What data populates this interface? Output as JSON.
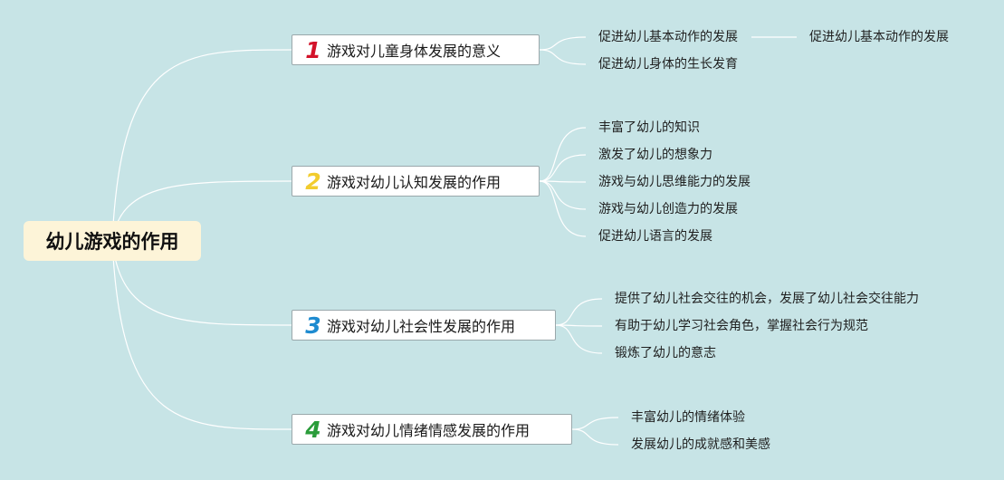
{
  "root": {
    "label": "幼儿游戏的作用"
  },
  "colors": {
    "background": "#c7e4e6",
    "root_fill": "#fdf4d8",
    "line": "#ffffff"
  },
  "branches": [
    {
      "number": "1",
      "number_color": "#d3132a",
      "label": "游戏对儿童身体发展的意义",
      "items": [
        {
          "label": "促进幼儿基本动作的发展",
          "sub": "促进幼儿基本动作的发展"
        },
        {
          "label": "促进幼儿身体的生长发育"
        }
      ]
    },
    {
      "number": "2",
      "number_color": "#f2cc2e",
      "label": "游戏对幼儿认知发展的作用",
      "items": [
        {
          "label": "丰富了幼儿的知识"
        },
        {
          "label": "激发了幼儿的想象力"
        },
        {
          "label": "游戏与幼儿思维能力的发展"
        },
        {
          "label": "游戏与幼儿创造力的发展"
        },
        {
          "label": "促进幼儿语言的发展"
        }
      ]
    },
    {
      "number": "3",
      "number_color": "#1e8bd0",
      "label": "游戏对幼儿社会性发展的作用",
      "items": [
        {
          "label": "提供了幼儿社会交往的机会，发展了幼儿社会交往能力"
        },
        {
          "label": "有助于幼儿学习社会角色，掌握社会行为规范"
        },
        {
          "label": "锻炼了幼儿的意志"
        }
      ]
    },
    {
      "number": "4",
      "number_color": "#2a9c3a",
      "label": "游戏对幼儿情绪情感发展的作用",
      "items": [
        {
          "label": "丰富幼儿的情绪体验"
        },
        {
          "label": "发展幼儿的成就感和美感"
        }
      ]
    }
  ]
}
